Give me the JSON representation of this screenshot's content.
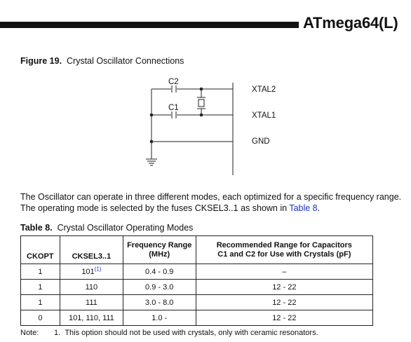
{
  "header": {
    "title": "ATmega64(L)"
  },
  "figure": {
    "label": "Figure 19.",
    "title": "Crystal Oscillator Connections",
    "components": {
      "c2": "C2",
      "c1": "C1"
    },
    "pins": {
      "xtal2": "XTAL2",
      "xtal1": "XTAL1",
      "gnd": "GND"
    }
  },
  "paragraph": {
    "text": "The Oscillator can operate in three different modes, each optimized for a specific frequency range. The operating mode is selected by the fuses CKSEL3..1 as shown in ",
    "link": "Table 8",
    "end": "."
  },
  "table": {
    "label": "Table 8.",
    "title": "Crystal Oscillator Operating Modes",
    "headers": {
      "ckopt": "CKOPT",
      "cksel": "CKSEL3..1",
      "freq_line1": "Frequency Range",
      "freq_line2": "(MHz)",
      "caps_line1": "Recommended Range for Capacitors",
      "caps_line2": "C1 and C2 for Use with Crystals (pF)"
    },
    "rows": [
      {
        "ckopt": "1",
        "cksel": "101",
        "footnote": "(1)",
        "freq": "0.4 - 0.9",
        "caps": "–"
      },
      {
        "ckopt": "1",
        "cksel": "110",
        "footnote": "",
        "freq": "0.9 - 3.0",
        "caps": "12 - 22"
      },
      {
        "ckopt": "1",
        "cksel": "111",
        "footnote": "",
        "freq": "3.0 - 8.0",
        "caps": "12 - 22"
      },
      {
        "ckopt": "0",
        "cksel": "101, 110, 111",
        "footnote": "",
        "freq": "1.0 -",
        "caps": "12 - 22"
      }
    ]
  },
  "note": {
    "label": "Note:",
    "number": "1.",
    "text": "This option should not be used with crystals, only with ceramic resonators."
  }
}
